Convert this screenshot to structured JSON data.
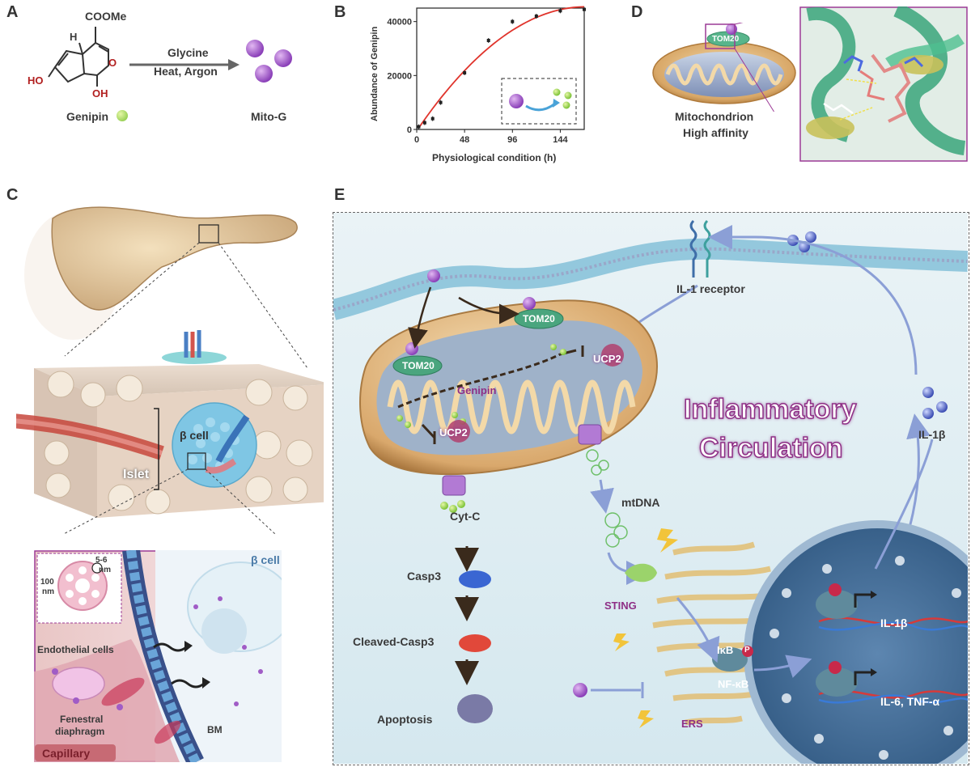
{
  "panels": {
    "a": "A",
    "b": "B",
    "c": "C",
    "d": "D",
    "e": "E"
  },
  "panel_a": {
    "substituent_top": "COOMe",
    "h_label": "H",
    "ho_label": "HO",
    "oh_label": "OH",
    "o_label": "O",
    "arrow_line1": "Glycine",
    "arrow_line2": "Heat, Argon",
    "genipin_label": "Genipin",
    "product_label": "Mito-G"
  },
  "chart_data": {
    "type": "line",
    "title": "",
    "xlabel": "Physiological condition (h)",
    "ylabel": "Abundance of Genipin",
    "xlim": [
      0,
      168
    ],
    "ylim": [
      0,
      45000
    ],
    "xticks": [
      0,
      48,
      96,
      144
    ],
    "yticks": [
      0,
      20000,
      40000
    ],
    "points": {
      "x": [
        2,
        8,
        16,
        24,
        48,
        72,
        96,
        120,
        144,
        168
      ],
      "y": [
        1000,
        2500,
        4000,
        10000,
        21000,
        33000,
        40000,
        42000,
        44000,
        44500
      ]
    },
    "fit_curve": true,
    "colors": {
      "fit": "#e0342c",
      "points": "#222222"
    }
  },
  "panel_d": {
    "tom20": "TOM20",
    "line1": "Mitochondrion",
    "line2": "High affinity"
  },
  "panel_c": {
    "islet": "Islet",
    "beta_cell_cube": "β cell",
    "beta_cell_inset": "β cell",
    "size_100": "100",
    "size_nm": "nm",
    "size_56": "5-6",
    "size_nm2": "nm",
    "endothelial": "Endothelial cells",
    "fenestral": "Fenestral",
    "diaphragm": "diaphragm",
    "bm": "BM",
    "capillary": "Capillary"
  },
  "panel_e": {
    "il1_receptor": "IL-1 receptor",
    "tom20_a": "TOM20",
    "tom20_b": "TOM20",
    "ucp2_a": "UCP2",
    "ucp2_b": "UCP2",
    "genipin": "Genipin",
    "cytc": "Cyt-C",
    "casp3": "Casp3",
    "cleaved": "Cleaved-Casp3",
    "apoptosis": "Apoptosis",
    "mtdna": "mtDNA",
    "sting": "STING",
    "ikb": "IκB",
    "nfkb": "NF-κB",
    "p": "P",
    "ers": "ERS",
    "il1b_gene": "IL-1β",
    "il6_gene": "IL-6, TNF-α",
    "il1b": "IL-1β",
    "title_line1": "Inflammatory",
    "title_line2": "Circulation"
  },
  "colors": {
    "purple": "#a057c7",
    "green": "#8fcf3c",
    "tom20": "#4aa57e",
    "ucp2": "#b0406e",
    "accent_purple": "#8e2f86",
    "blue_arrow": "#8b9fd6"
  }
}
